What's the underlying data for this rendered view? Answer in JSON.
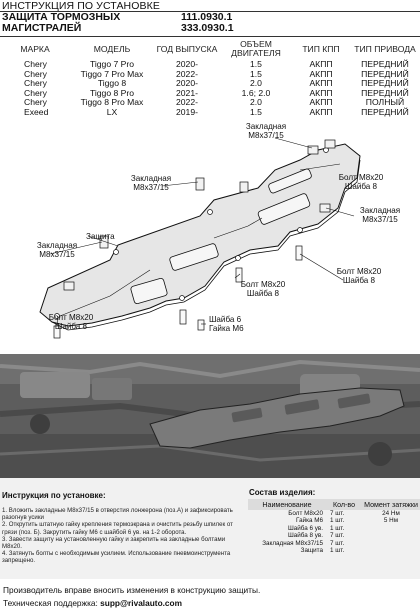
{
  "header": {
    "top_line": "ИНСТРУКЦИЯ ПО УСТАНОВКЕ",
    "title_line1": "ЗАЩИТА ТОРМОЗНЫХ",
    "title_line2": "МАГИСТРАЛЕЙ",
    "code1": "111.0930.1",
    "code2": "333.0930.1"
  },
  "vehicle_table": {
    "headers": [
      "МАРКА",
      "МОДЕЛЬ",
      "ГОД ВЫПУСКА",
      "ОБЪЕМ ДВИГАТЕЛЯ",
      "ТИП КПП",
      "ТИП ПРИВОДА"
    ],
    "rows": [
      [
        "Chery",
        "Tiggo 7 Pro",
        "2020-",
        "1.5",
        "АКПП",
        "ПЕРЕДНИЙ"
      ],
      [
        "Chery",
        "Tiggo 7 Pro Max",
        "2022-",
        "1.5",
        "АКПП",
        "ПЕРЕДНИЙ"
      ],
      [
        "Chery",
        "Tiggo 8",
        "2020-",
        "2.0",
        "АКПП",
        "ПЕРЕДНИЙ"
      ],
      [
        "Chery",
        "Tiggo 8 Pro",
        "2021-",
        "1.6; 2.0",
        "АКПП",
        "ПЕРЕДНИЙ"
      ],
      [
        "Chery",
        "Tiggo 8 Pro Max",
        "2022-",
        "2.0",
        "АКПП",
        "ПОЛНЫЙ"
      ],
      [
        "Exeed",
        "LX",
        "2019-",
        "1.5",
        "АКПП",
        "ПЕРЕДНИЙ"
      ]
    ]
  },
  "diagram": {
    "labels": {
      "insert_top": "Закладная М8х37/15",
      "insert_left_mid": "Закладная М8х37/15",
      "insert_right": "Закладная М8х37/15",
      "insert_left": "Закладная М8х37/15",
      "guard": "Защита",
      "bolt_right_top": "Болт М8х20 Шайба 8",
      "bolt_right_mid": "Болт М8х20 Шайба 8",
      "bolt_center": "Болт М8х20 Шайба 8",
      "bolt_left": "Болт М8х20 Шайба 8",
      "washer6": "Шайба 6",
      "nut6": "Гайка М6"
    }
  },
  "instructions": {
    "title": "Инструкция по установке:",
    "steps": [
      "1. Вложить закладные М8х37/15 в отверстия лонжерона (поз.А) и зафиксировать разогнув усики",
      "2. Открутить штатную гайку крепления термоэкрана и очистить резьбу шпилек от грязи (поз. Б). Закрутить гайку М6 с шайбой 6 ув. на 1-2 оборота.",
      "3. Завести защиту на установленную гайку и закрепить на закладные болтами М8х20.",
      "4. Затянуть болты с необходимым усилием. Использование пневмоинструмента запрещено."
    ]
  },
  "components": {
    "title": "Состав изделия:",
    "headers": [
      "Наименование",
      "Кол-во",
      "Момент затяжки"
    ],
    "rows": [
      [
        "Болт М8х20",
        "7 шт.",
        "24 Нм"
      ],
      [
        "Гайка М6",
        "1 шт.",
        "5 Нм"
      ],
      [
        "Шайба 6 ув.",
        "1 шт.",
        ""
      ],
      [
        "Шайба 8 ув.",
        "7 шт.",
        ""
      ],
      [
        "Закладная М8х37/15",
        "7 шт.",
        ""
      ],
      [
        "Защита",
        "1 шт.",
        ""
      ]
    ]
  },
  "footer": {
    "line1": "Производитель вправе вносить изменения в конструкцию защиты.",
    "support_label": "Техническая поддержка:",
    "support_email": "supp@rivalauto.com"
  },
  "colors": {
    "guard_fill": "#e6e6e6",
    "outline": "#111111",
    "photo_bg": "#5d5d5d",
    "guard_in_photo": "#7a7a7a"
  }
}
